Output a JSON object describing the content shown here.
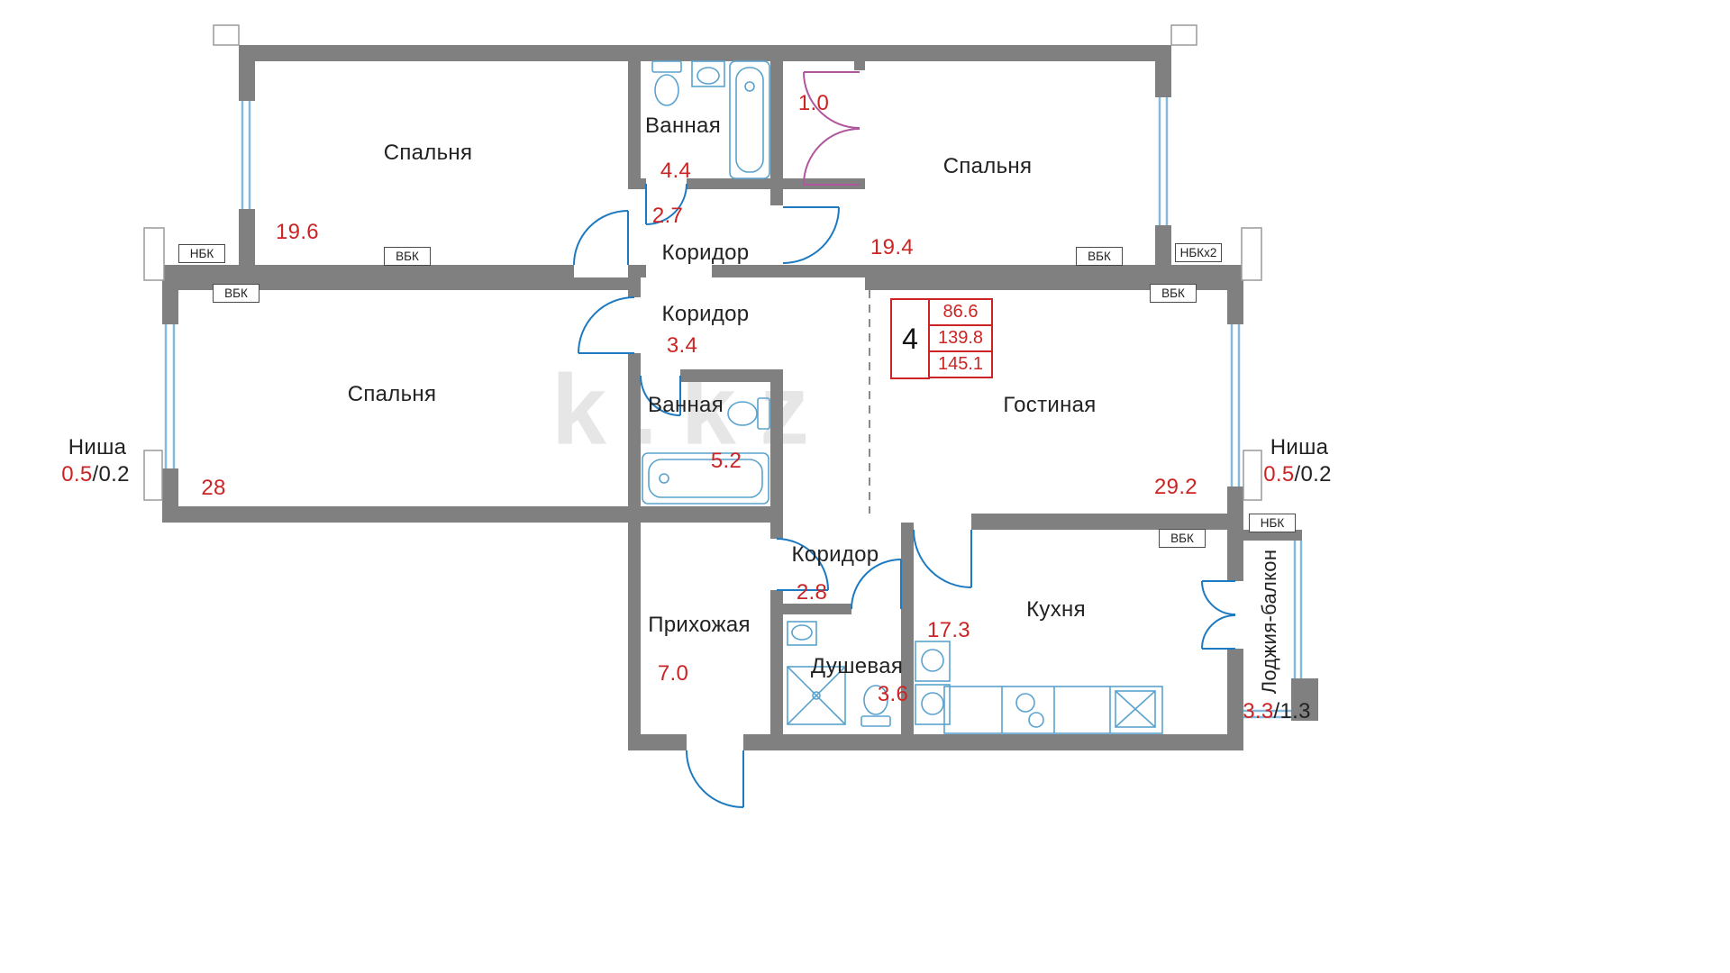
{
  "plan": {
    "watermark": "k.kz",
    "rooms": {
      "bedroom_top_left": {
        "name": "Спальня",
        "area": "19.6"
      },
      "bathroom_top": {
        "name": "Ванная",
        "area": "4.4"
      },
      "corridor_top": {
        "name": "Коридор",
        "area": "2.7"
      },
      "wardrobe": {
        "area": "1.0"
      },
      "bedroom_top_right": {
        "name": "Спальня",
        "area": "19.4"
      },
      "corridor_mid": {
        "name": "Коридор",
        "area": "3.4"
      },
      "bathroom_mid": {
        "name": "Ванная",
        "area": "5.2"
      },
      "bedroom_left": {
        "name": "Спальня",
        "area": "28"
      },
      "living_room": {
        "name": "Гостиная",
        "area": "29.2"
      },
      "hallway": {
        "name": "Прихожая",
        "area": "7.0"
      },
      "corridor_bottom": {
        "name": "Коридор",
        "area": "2.8"
      },
      "shower_room": {
        "name": "Душевая",
        "area": "3.6"
      },
      "kitchen": {
        "name": "Кухня",
        "area": "17.3"
      },
      "loggia": {
        "name": "Лоджия-балкон",
        "area": "3.3",
        "area_secondary": "/1.3"
      },
      "niche_left": {
        "name": "Ниша",
        "area": "0.5",
        "area_secondary": "/0.2"
      },
      "niche_right": {
        "name": "Ниша",
        "area": "0.5",
        "area_secondary": "/0.2"
      }
    },
    "summary": {
      "room_count": "4",
      "living_area": "86.6",
      "apartment_area": "139.8",
      "total_area": "145.1"
    },
    "markers": [
      "НБК",
      "ВБК",
      "ВБК",
      "ВБК",
      "НБКх2",
      "ВБК",
      "ВБК",
      "НБК"
    ],
    "colors": {
      "wall": "#808080",
      "area_red": "#cc2424",
      "door_blue": "#1d7ac0",
      "window_blue": "#86b9dc",
      "fixture_blue": "#5aa3cf",
      "closet_magenta": "#b0569f"
    }
  }
}
